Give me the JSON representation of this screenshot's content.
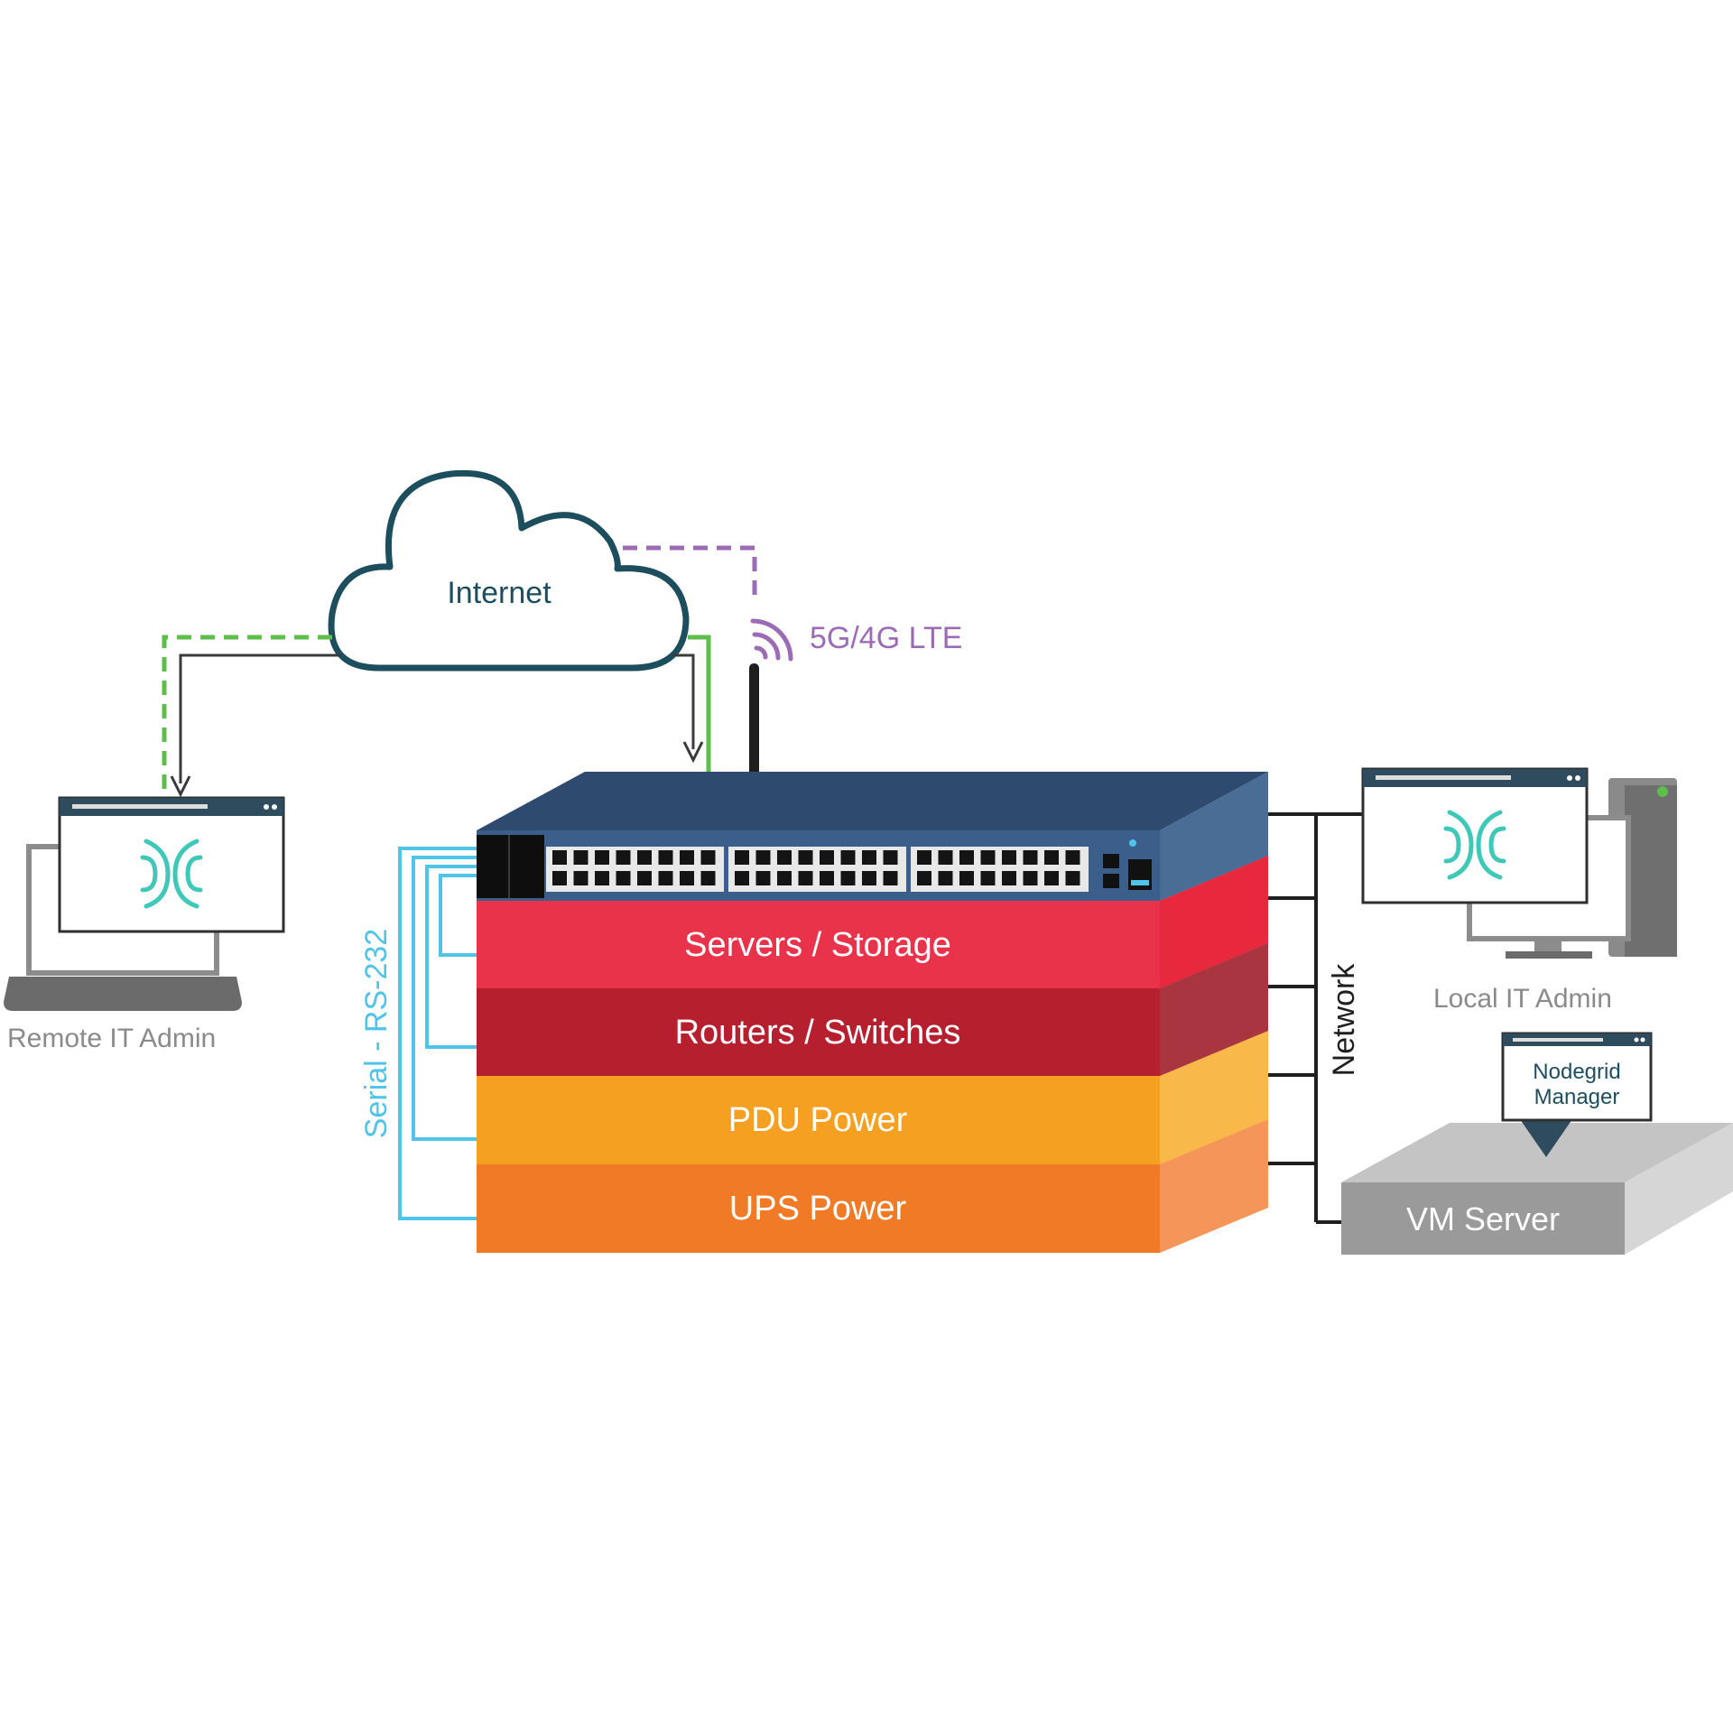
{
  "cloud": {
    "label": "Internet"
  },
  "cellular": {
    "label": "5G/4G LTE"
  },
  "remote_admin": {
    "label": "Remote IT Admin"
  },
  "local_admin": {
    "label": "Local IT Admin"
  },
  "serial": {
    "label": "Serial - RS-232"
  },
  "network": {
    "label": "Network"
  },
  "nodegrid_manager": {
    "line1": "Nodegrid",
    "line2": "Manager"
  },
  "vm_server": {
    "label": "VM Server"
  },
  "rack": {
    "layer1": "Servers / Storage",
    "layer2": "Routers / Switches",
    "layer3": "PDU Power",
    "layer4": "UPS Power"
  },
  "colors": {
    "cloud_stroke": "#1d4e5e",
    "switch_top": "#2e4a6e",
    "switch_front": "#3b5f8a",
    "servers": "#e8334a",
    "routers": "#b51f2e",
    "pdu": "#f5a020",
    "ups": "#f07a25",
    "serial_line": "#4fc3e8",
    "green_line": "#5cbf4a",
    "purple_dash": "#9b6bb5",
    "brand_teal": "#3fc8b8"
  }
}
